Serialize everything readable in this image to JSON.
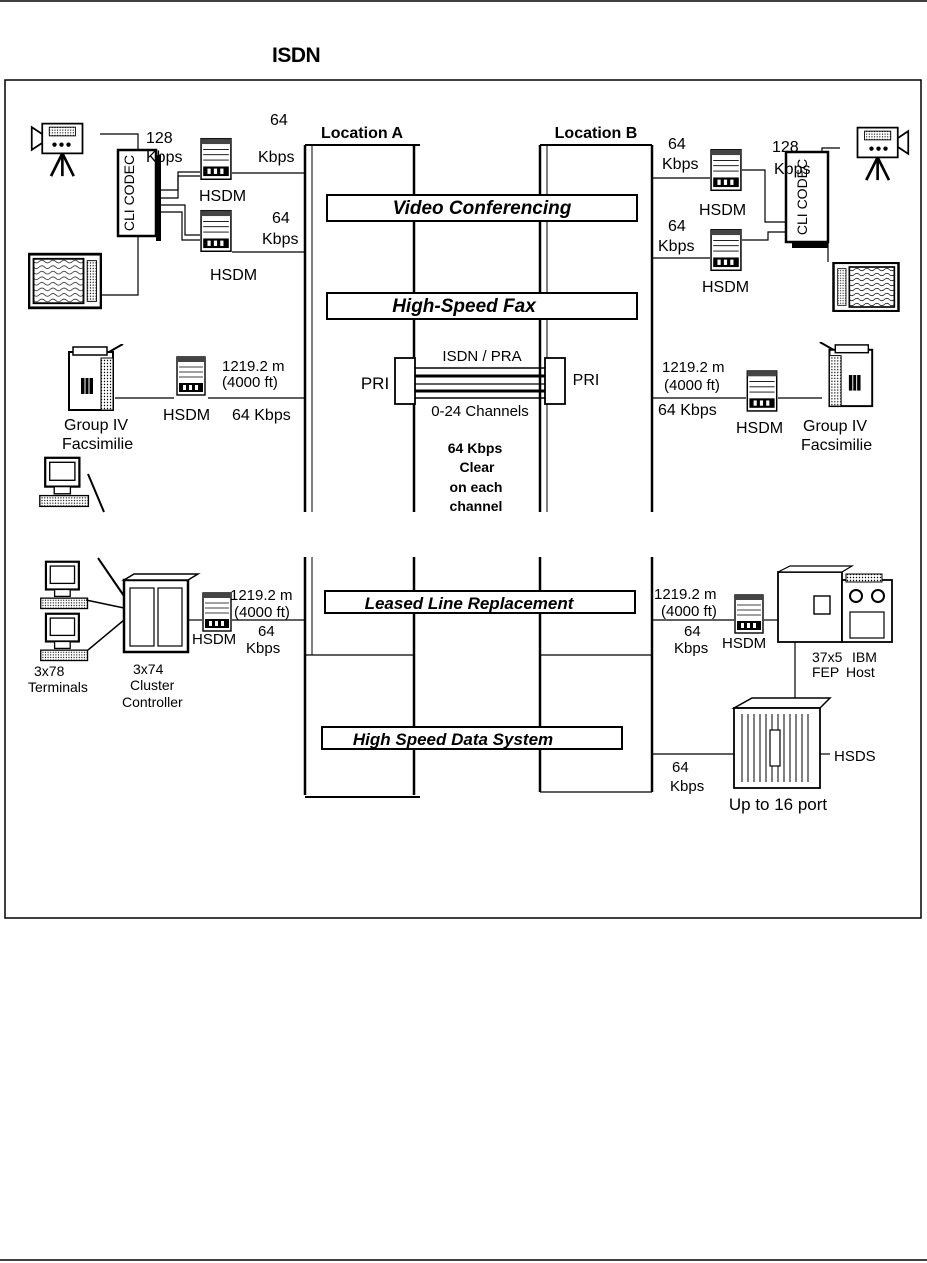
{
  "header": {
    "title": "ISDN"
  },
  "locations": {
    "a": "Location A",
    "b": "Location B"
  },
  "banners": {
    "video": "Video Conferencing",
    "fax": "High-Speed Fax",
    "leased": "Leased Line Replacement",
    "hsds": "High Speed Data System"
  },
  "trunk": {
    "pri_left": "PRI",
    "pri_right": "PRI",
    "top_label": "ISDN / PRA",
    "channels": "0-24 Channels",
    "clear_1": "64 Kbps",
    "clear_2": "Clear",
    "clear_3": "on each",
    "clear_4": "channel"
  },
  "left": {
    "codec": "CLI CODEC",
    "rate_128_a": "128",
    "rate_128_b": "Kbps",
    "rate_64_1a": "64",
    "rate_64_1b": "Kbps",
    "rate_64_2a": "64",
    "rate_64_2b": "Kbps",
    "hsdm_1": "HSDM",
    "hsdm_2": "HSDM",
    "fax_dist_1": "1219.2 m",
    "fax_dist_2": "(4000 ft)",
    "fax_hsdm": "HSDM",
    "fax_rate": "64 Kbps",
    "fax_name_1": "Group IV",
    "fax_name_2": "Facsimilie",
    "ll_dist_1": "1219.2 m",
    "ll_dist_2": "(4000 ft)",
    "ll_hsdm": "HSDM",
    "ll_rate_1": "64",
    "ll_rate_2": "Kbps",
    "cc_1": "3x74",
    "cc_2": "Cluster",
    "cc_3": "Controller",
    "term_1": "3x78",
    "term_2": "Terminals"
  },
  "right": {
    "codec": "CLI CODEC",
    "rate_128_a": "128",
    "rate_128_b": "Kbps",
    "rate_64_1a": "64",
    "rate_64_1b": "Kbps",
    "rate_64_2a": "64",
    "rate_64_2b": "Kbps",
    "hsdm_1": "HSDM",
    "hsdm_2": "HSDM",
    "fax_dist_1": "1219.2 m",
    "fax_dist_2": "(4000 ft)",
    "fax_hsdm": "HSDM",
    "fax_rate": "64 Kbps",
    "fax_name_1": "Group IV",
    "fax_name_2": "Facsimilie",
    "ll_dist_1": "1219.2 m",
    "ll_dist_2": "(4000 ft)",
    "ll_hsdm": "HSDM",
    "ll_rate_1": "64",
    "ll_rate_2": "Kbps",
    "host_1": "37x5",
    "host_2": "IBM",
    "host_3": "FEP",
    "host_4": "Host",
    "hsds_label": "HSDS",
    "hsds_rate_1": "64",
    "hsds_rate_2": "Kbps",
    "ports": "Up to 16 port"
  },
  "colors": {
    "ink": "#000000",
    "paper": "#ffffff"
  }
}
